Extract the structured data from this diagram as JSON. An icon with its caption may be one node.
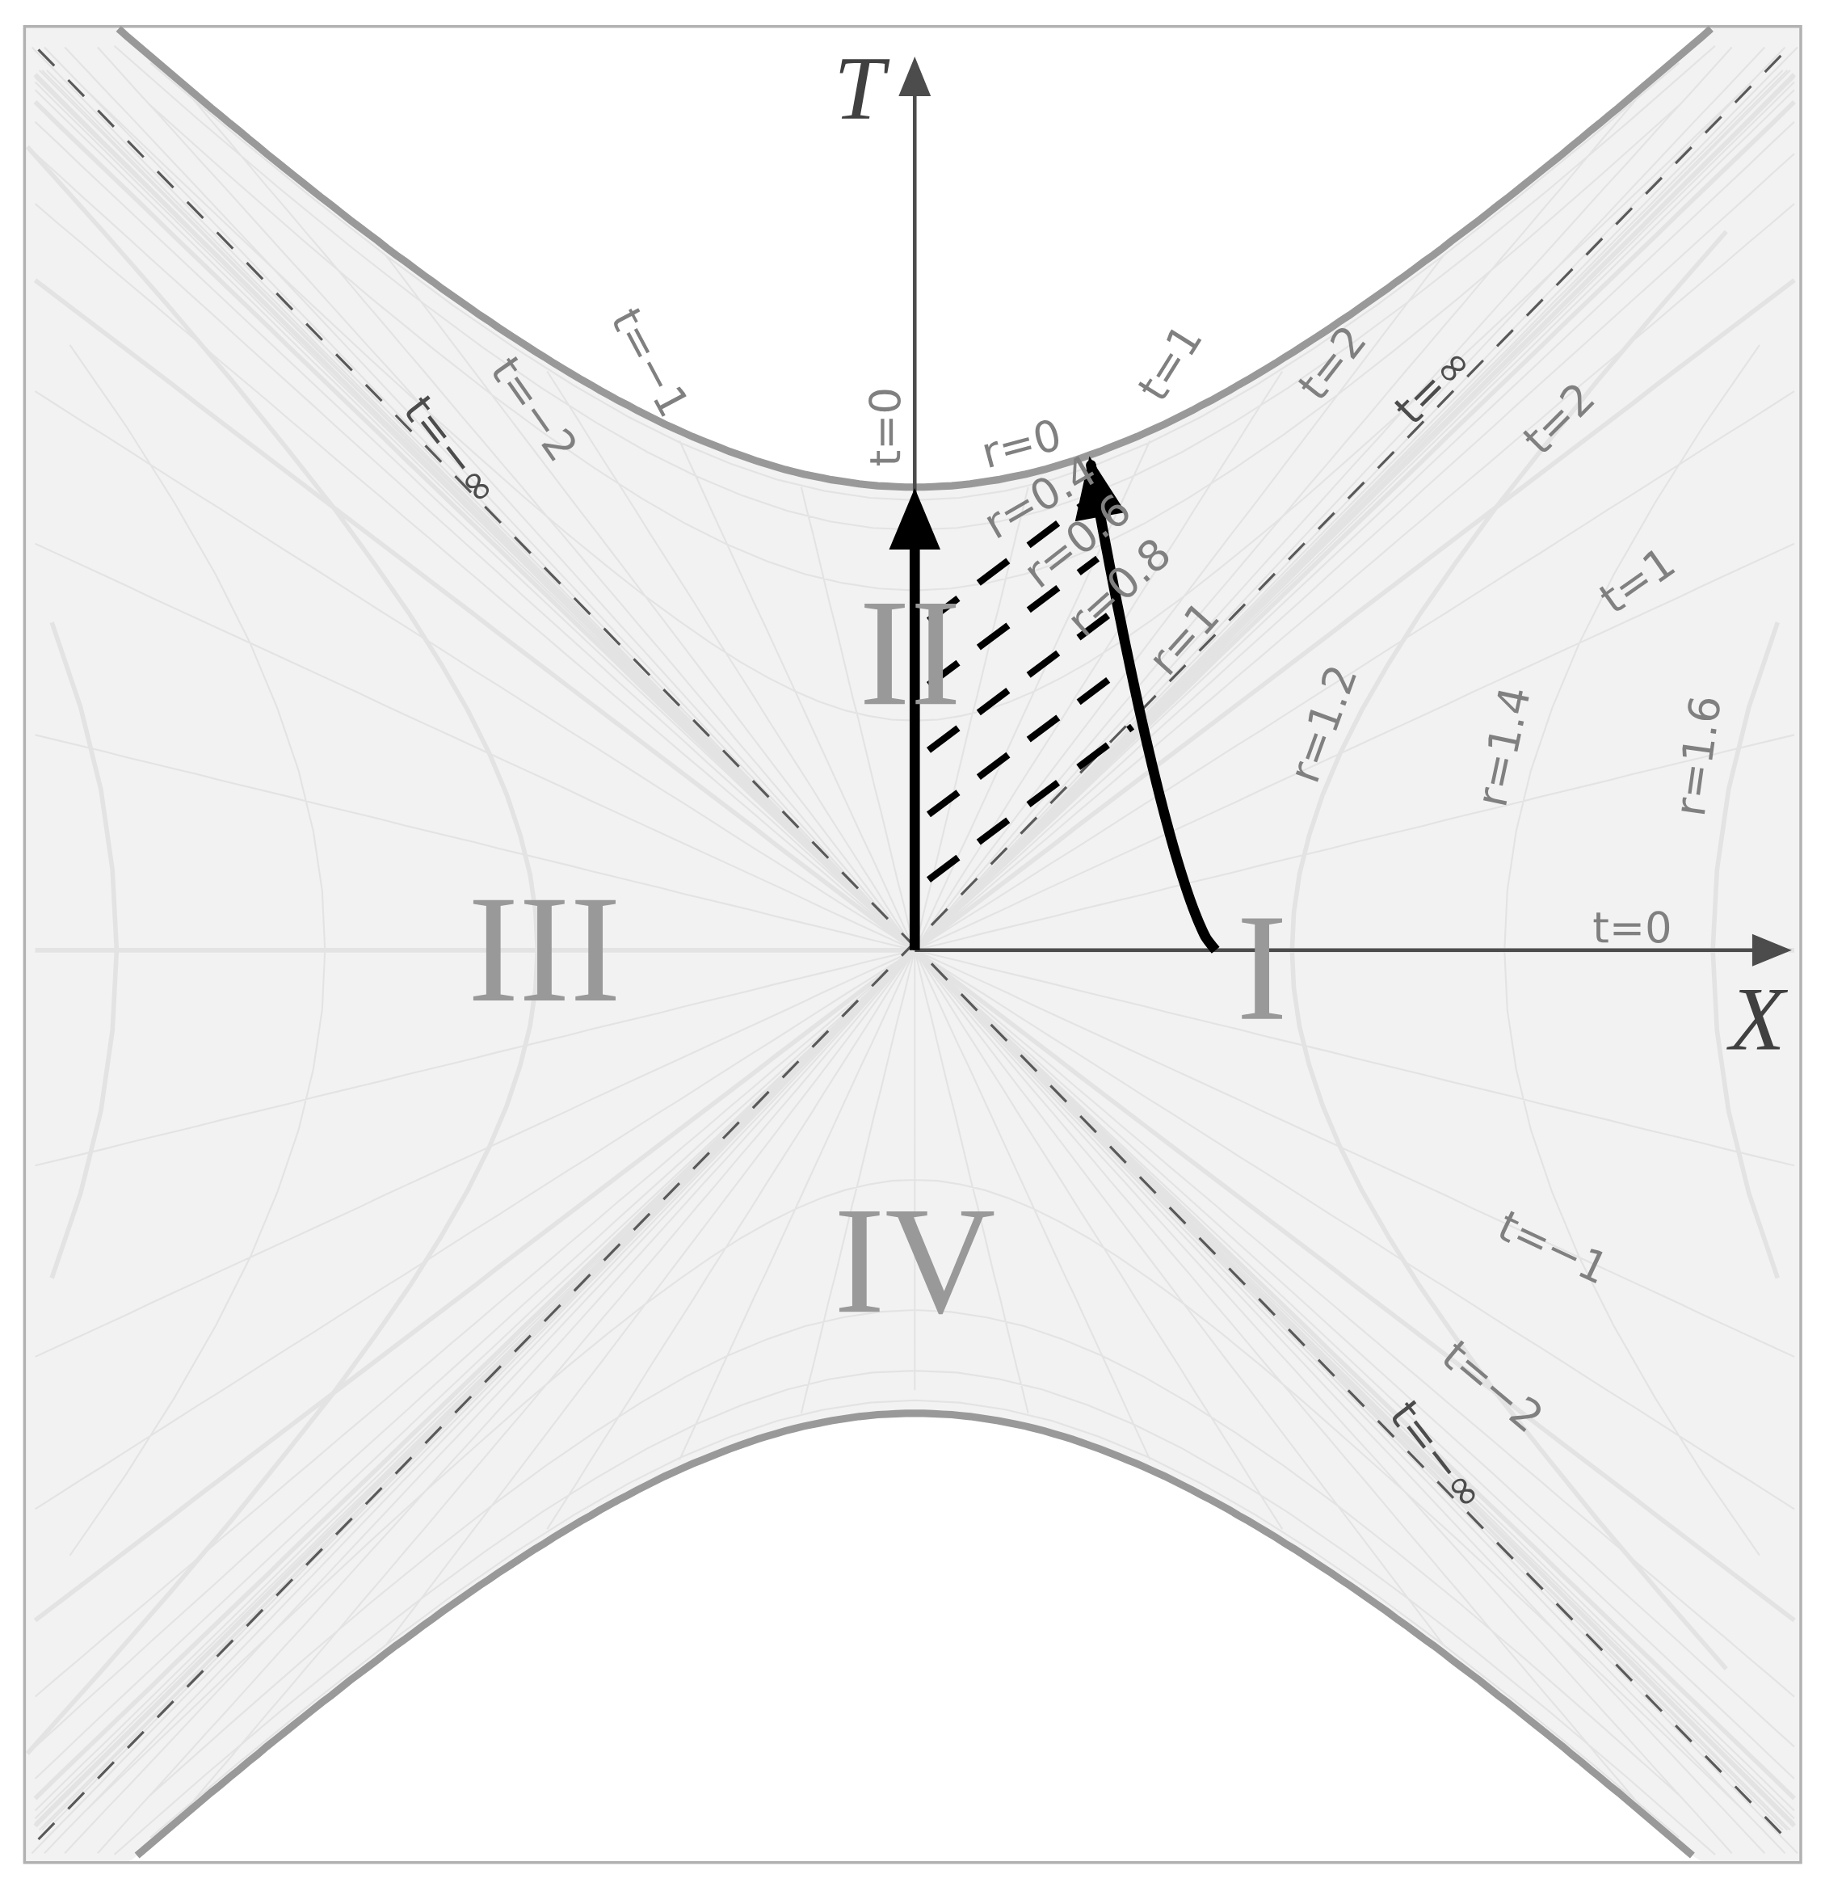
{
  "diagram": {
    "labels": [
      "T",
      "t=−1",
      "t=1",
      "t=2",
      "t=∞",
      "t=−2",
      "t=0",
      "r=0",
      "t=−∞",
      "t=2",
      "r=0.4",
      "r=0.6",
      "r=0.8",
      "t=1",
      "r=1",
      "II",
      "r=1.2",
      "r=1.4",
      "r=1.6",
      "t=0",
      "III",
      "I",
      "X",
      "t=−1",
      "IV",
      "t=−2",
      "t=−∞"
    ]
  }
}
